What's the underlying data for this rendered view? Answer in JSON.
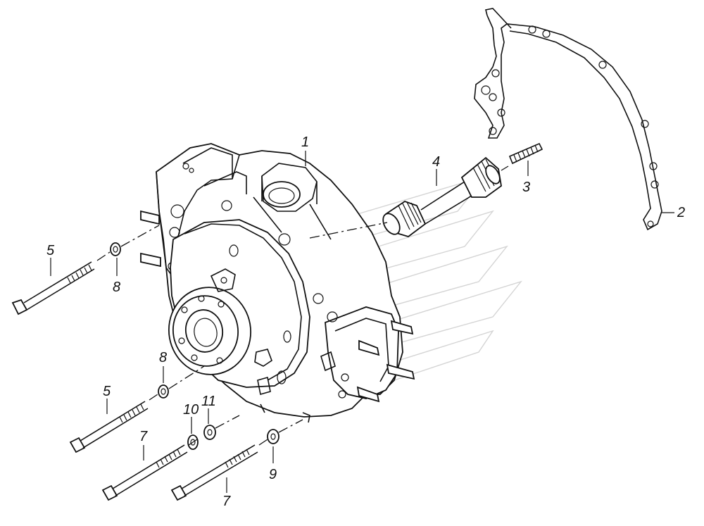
{
  "callouts": [
    {
      "id": "c1",
      "text": "1"
    },
    {
      "id": "c2",
      "text": "2"
    },
    {
      "id": "c3",
      "text": "3"
    },
    {
      "id": "c4",
      "text": "4"
    },
    {
      "id": "c5a",
      "text": "5"
    },
    {
      "id": "c5b",
      "text": "5"
    },
    {
      "id": "c7a",
      "text": "7"
    },
    {
      "id": "c7b",
      "text": "7"
    },
    {
      "id": "c8a",
      "text": "8"
    },
    {
      "id": "c8b",
      "text": "8"
    },
    {
      "id": "c9",
      "text": "9"
    },
    {
      "id": "c10",
      "text": "10"
    },
    {
      "id": "c11",
      "text": "11"
    }
  ]
}
